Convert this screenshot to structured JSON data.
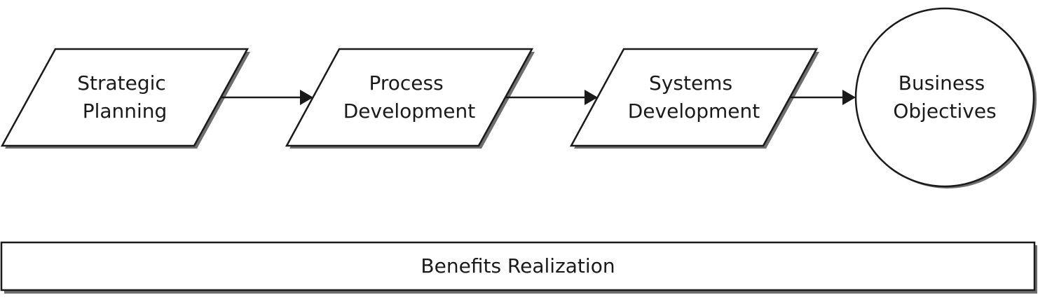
{
  "diagram": {
    "steps": [
      {
        "line1": "Strategic",
        "line2": "Planning"
      },
      {
        "line1": "Process",
        "line2": "Development"
      },
      {
        "line1": "Systems",
        "line2": "Development"
      }
    ],
    "goal": {
      "line1": "Business",
      "line2": "Objectives"
    },
    "foundation": {
      "label": "Benefits Realization"
    }
  }
}
